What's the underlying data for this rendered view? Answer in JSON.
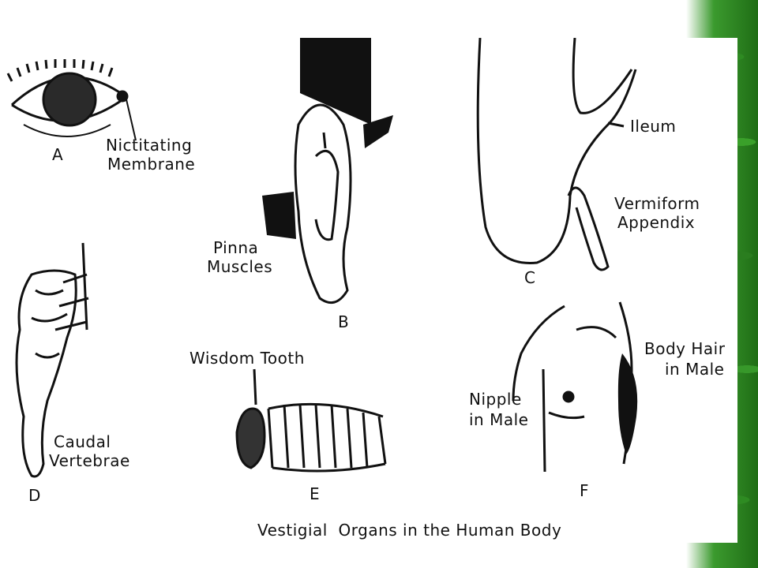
{
  "labels": {
    "nictitating": "Nictitating",
    "membrane": "Membrane",
    "pinna": "Pinna",
    "muscles": "Muscles",
    "ileum": "Ileum",
    "vermiform": "Vermiform",
    "appendix": "Appendix",
    "wisdom_tooth": "Wisdom Tooth",
    "caudal": "Caudal",
    "vertebrae": "Vertebrae",
    "nipple": "Nipple",
    "in_male_1": "in Male",
    "body_hair": "Body Hair",
    "in_male_2": "in Male"
  },
  "letters": {
    "a": "A",
    "b": "B",
    "c": "C",
    "d": "D",
    "e": "E",
    "f": "F"
  },
  "caption": "Vestigial  Organs in the Human Body",
  "colors": {
    "ink": "#111111",
    "leaf_green": "#2e8b22",
    "background": "#ffffff"
  }
}
